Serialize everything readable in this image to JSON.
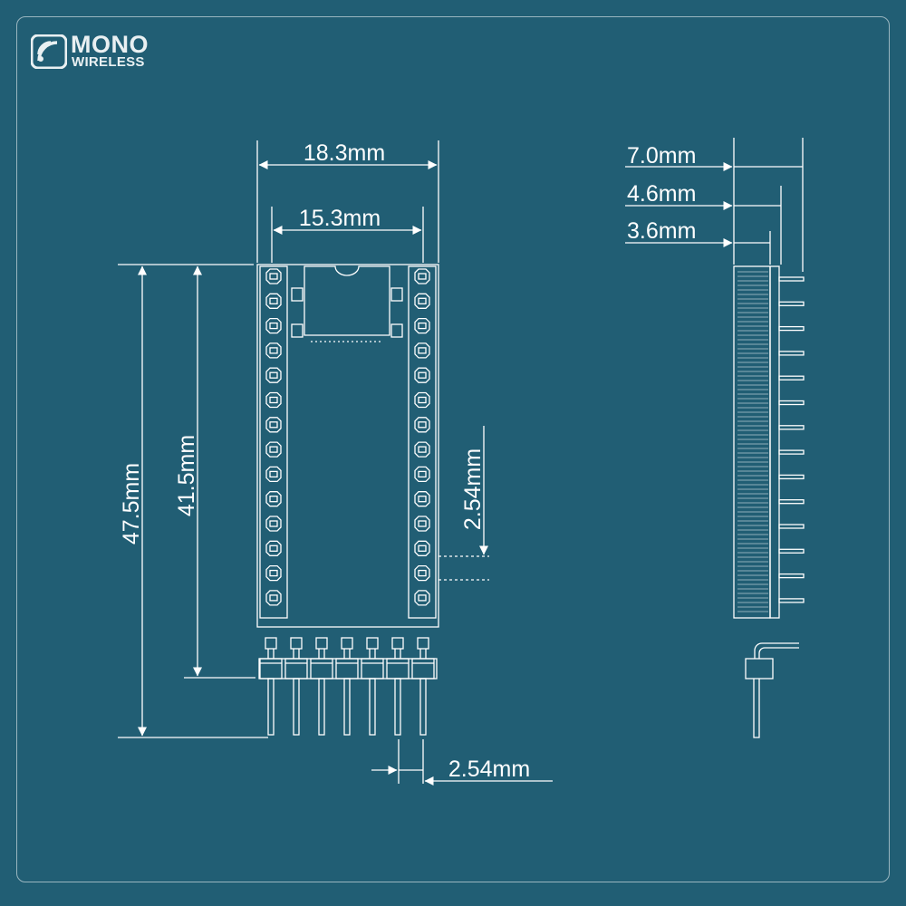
{
  "brand": {
    "line1": "MONO",
    "line2": "WIRELESS",
    "logo_icon": "mono-wireless-signal-icon"
  },
  "colors": {
    "background": "#215e74",
    "line": "#ffffff"
  },
  "top_view": {
    "dim_overall_width": "18.3mm",
    "dim_inner_width": "15.3mm",
    "dim_overall_length": "47.5mm",
    "dim_board_length": "41.5mm",
    "dim_pin_pitch_vertical": "2.54mm",
    "dim_pin_pitch_horizontal": "2.54mm",
    "side_pins_per_row": 14,
    "header_pins": 7
  },
  "side_view": {
    "dim_total_height": "7.0mm",
    "dim_mid_height": "4.6mm",
    "dim_body_height": "3.6mm",
    "pin_count": 14
  }
}
